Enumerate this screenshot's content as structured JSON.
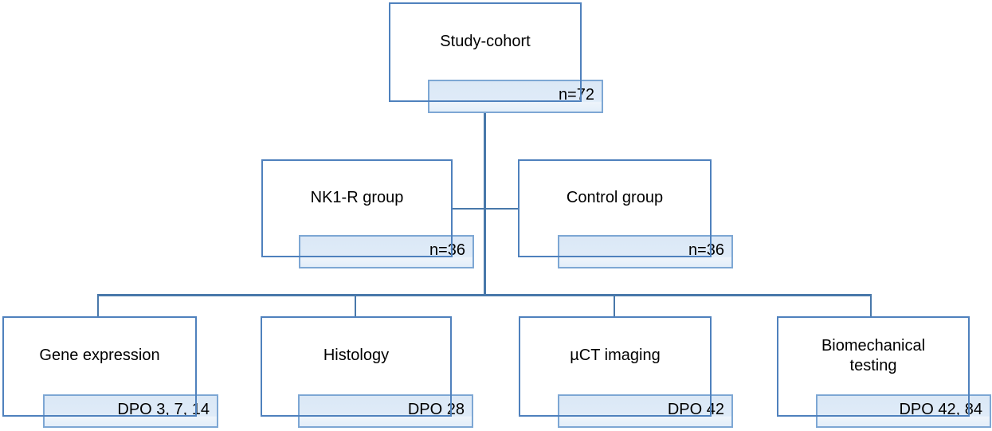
{
  "flowchart": {
    "nodes": [
      {
        "id": "study-cohort",
        "label": "Study-cohort",
        "value": "n=72",
        "level": 1
      },
      {
        "id": "nk1r-group",
        "label": "NK1-R group",
        "value": "n=36",
        "level": 2,
        "parent": "study-cohort"
      },
      {
        "id": "control-group",
        "label": "Control group",
        "value": "n=36",
        "level": 2,
        "parent": "study-cohort"
      },
      {
        "id": "gene-expression",
        "label": "Gene expression",
        "value": "DPO 3, 7, 14",
        "level": 3,
        "parent": "study-cohort"
      },
      {
        "id": "histology",
        "label": "Histology",
        "value": "DPO 28",
        "level": 3,
        "parent": "study-cohort"
      },
      {
        "id": "uct-imaging",
        "label": "µCT imaging",
        "value": "DPO 42",
        "level": 3,
        "parent": "study-cohort"
      },
      {
        "id": "biomechanical-testing",
        "label": "Biomechanical testing",
        "value": "DPO 42, 84",
        "level": 3,
        "parent": "study-cohort"
      }
    ],
    "colors": {
      "main_border": "#4f81bd",
      "sub_border": "#7da7d4",
      "sub_fill_top": "#dbe8f6",
      "sub_fill_bottom": "#e3eef9",
      "connector": "#4878aa",
      "text": "#000000",
      "background": "#ffffff"
    }
  }
}
